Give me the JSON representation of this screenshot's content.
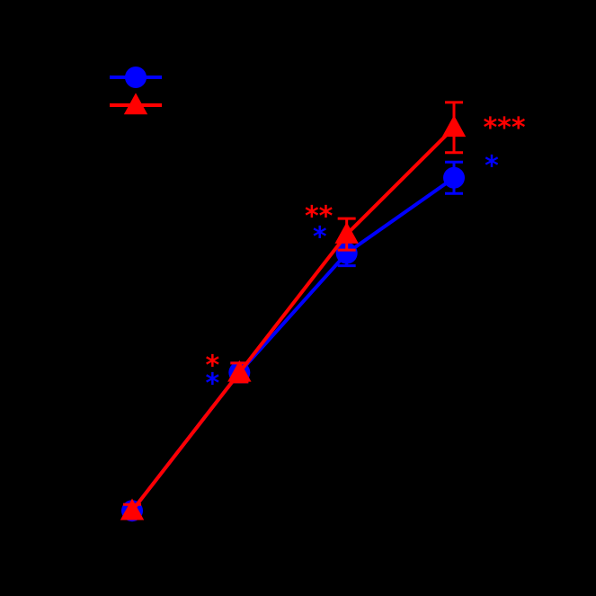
{
  "chart_data": {
    "type": "line",
    "title": "",
    "xlabel": "",
    "ylabel": "",
    "x": [
      0,
      1,
      2,
      3
    ],
    "xlim": [
      0,
      3
    ],
    "ylim": [
      0,
      100
    ],
    "grid": false,
    "legend": {
      "placement": "top-left"
    },
    "background": "#000000",
    "series": [
      {
        "key": "circle",
        "color": "#0000ff",
        "marker": "circle",
        "values": [
          20,
          42,
          61,
          73
        ],
        "errors": [
          1,
          1.5,
          2,
          2.5
        ],
        "significance": [
          "",
          "*",
          "*",
          "*"
        ]
      },
      {
        "key": "triangle",
        "color": "#ff0000",
        "marker": "triangle",
        "values": [
          20,
          42,
          64,
          81
        ],
        "errors": [
          1,
          1.5,
          2.5,
          4
        ],
        "significance": [
          "",
          "*",
          "**",
          "***"
        ]
      }
    ]
  }
}
